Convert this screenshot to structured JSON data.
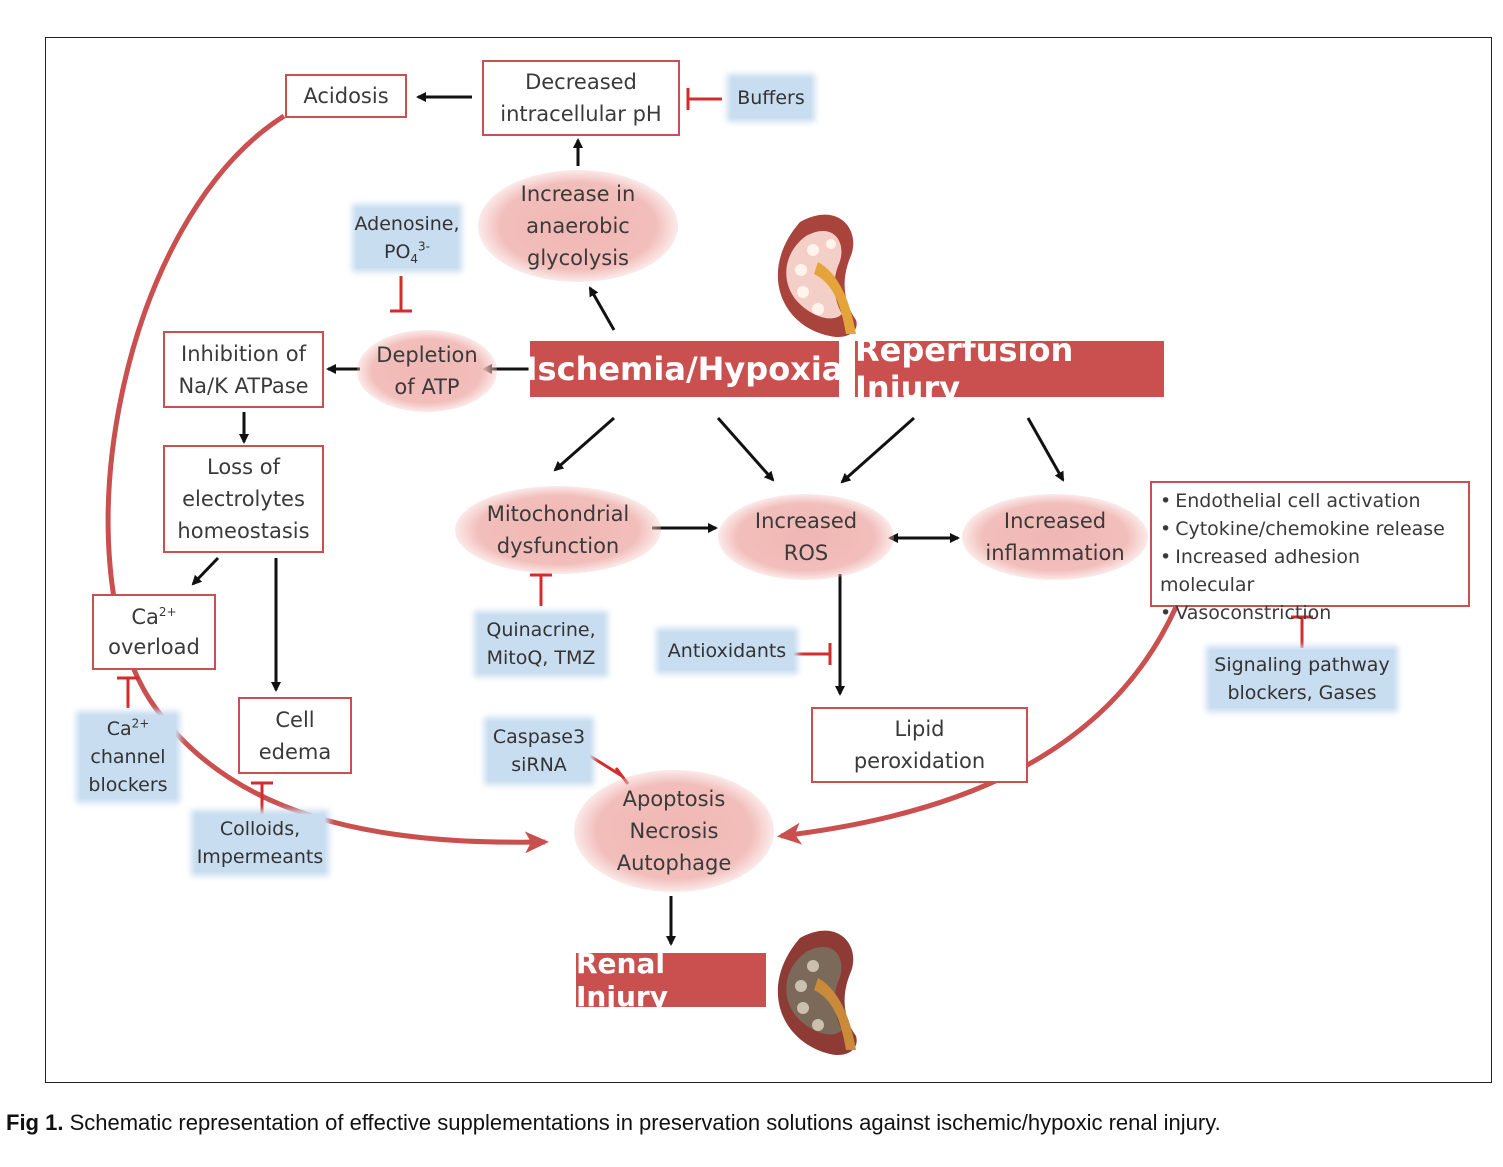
{
  "banners": {
    "ischemia": "Ischemia/Hypoxia",
    "reperfusion": "Reperfusion Injury",
    "renal_injury": "Renal Injury"
  },
  "boxes": {
    "acidosis": "Acidosis",
    "decreased_ph": "Decreased\nintracellular pH",
    "inhibition_atpase": "Inhibition of\nNa/K ATPase",
    "loss_electrolytes": "Loss of\nelectrolytes\nhomeostasis",
    "ca_overload_base": "Ca",
    "ca_overload_sup": "2+",
    "ca_overload_rest": "overload",
    "cell_edema": "Cell\nedema",
    "lipid_peroxidation": "Lipid\nperoxidation"
  },
  "ellipses": {
    "anaerobic": "Increase in\nanaerobic\nglycolysis",
    "depletion_atp": "Depletion\nof ATP",
    "mitochondrial": "Mitochondrial\ndysfunction",
    "increased_ros": "Increased\nROS",
    "increased_inflammation": "Increased\ninflammation",
    "apoptosis": "Apoptosis\nNecrosis\nAutophage"
  },
  "inhibitors": {
    "buffers": "Buffers",
    "adenosine_line1": "Adenosine,",
    "adenosine_po": "PO",
    "adenosine_sub": "4",
    "adenosine_sup": "3-",
    "quinacrine": "Quinacrine,\nMitoQ, TMZ",
    "antioxidants": "Antioxidants",
    "caspase": "Caspase3\nsiRNA",
    "ca_channel_base": "Ca",
    "ca_channel_sup": "2+",
    "ca_channel_rest": "channel\nblockers",
    "colloids": "Colloids,\nImpermeants",
    "signaling": "Signaling pathway\nblockers, Gases"
  },
  "endothelial_list": [
    "Endothelial cell activation",
    "Cytokine/chemokine release",
    "Increased adhesion molecular",
    "Vasoconstriction"
  ],
  "caption": {
    "label": "Fig 1.",
    "text": " Schematic representation of effective supplementations in preservation solutions against ischemic/hypoxic renal injury."
  },
  "colors": {
    "accent_red": "#c9504f",
    "inhibitor_red": "#d42b2b",
    "blue_bg": "#c9ddf1",
    "ellipse_pink": "#f0b7b3"
  }
}
